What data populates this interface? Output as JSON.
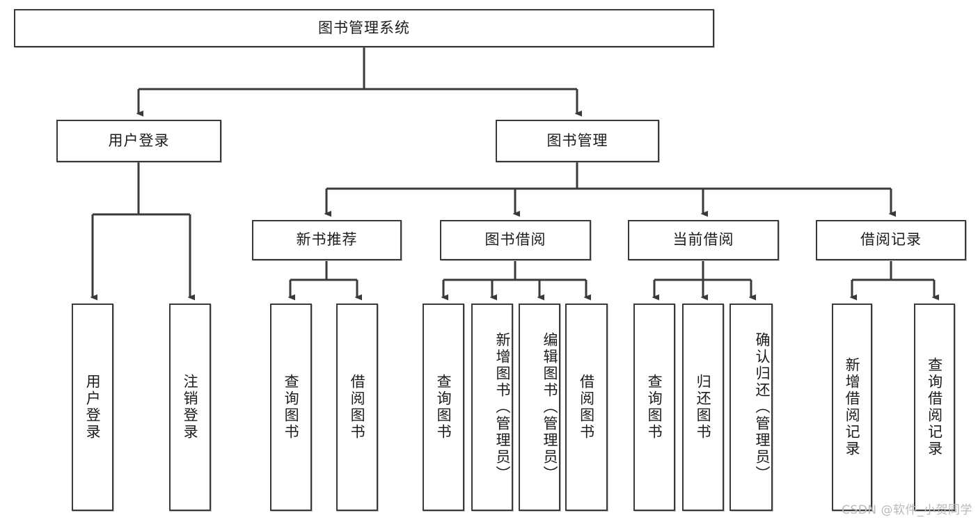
{
  "diagram": {
    "title": "图书管理系统",
    "type": "hierarchy-tree",
    "orientation": "top-down",
    "colors": {
      "box_border": "#3a3a3a",
      "box_fill": "#ffffff",
      "line": "#3a3a3a",
      "text": "#1c1c1c",
      "watermark": "#b9b9b9"
    },
    "root": {
      "label": "图书管理系统"
    },
    "level2": [
      {
        "label": "用户登录"
      },
      {
        "label": "图书管理"
      }
    ],
    "level3": [
      {
        "label": "新书推荐"
      },
      {
        "label": "图书借阅"
      },
      {
        "label": "当前借阅"
      },
      {
        "label": "借阅记录"
      }
    ],
    "leaves": {
      "user_login": [
        {
          "label": "用户登录"
        },
        {
          "label": "注销登录"
        }
      ],
      "new_book_recommend": [
        {
          "label": "查询图书"
        },
        {
          "label": "借阅图书"
        }
      ],
      "book_borrow": [
        {
          "label": "查询图书"
        },
        {
          "label": "新增图书（管理员）"
        },
        {
          "label": "编辑图书（管理员）"
        },
        {
          "label": "借阅图书"
        }
      ],
      "current_borrow": [
        {
          "label": "查询图书"
        },
        {
          "label": "归还图书"
        },
        {
          "label": "确认归还（管理员）"
        }
      ],
      "borrow_record": [
        {
          "label": "新增借阅记录"
        },
        {
          "label": "查询借阅记录"
        }
      ]
    }
  },
  "watermark": {
    "text": "CSDN @软件_小贺同学"
  }
}
